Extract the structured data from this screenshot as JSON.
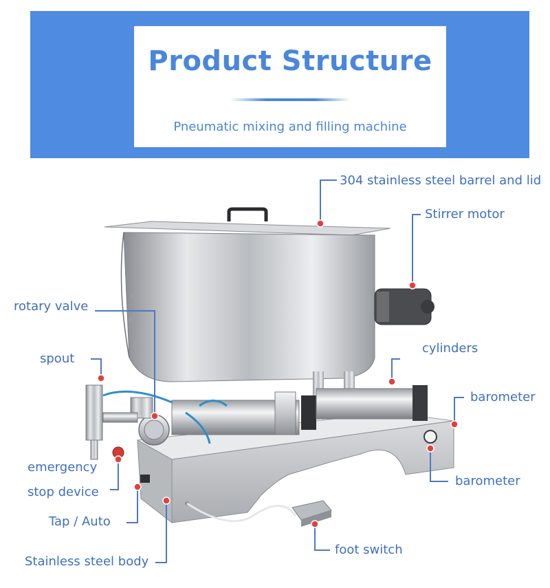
{
  "banner": {
    "title": "Product Structure",
    "subtitle": "Pneumatic mixing and filling machine",
    "background_color": "#4f8be0",
    "text_color": "#4a86dc"
  },
  "labels": {
    "barrel": "304 stainless steel barrel and lid",
    "stirrer_motor": "Stirrer motor",
    "rotary_valve": "rotary valve",
    "spout": "spout",
    "cylinders": "cylinders",
    "barometer_top": "barometer",
    "barometer_bottom": "barometer",
    "emergency_line1": "emergency",
    "emergency_line2": "stop device",
    "tap_auto": "Tap / Auto",
    "body": "Stainless steel body",
    "foot_switch": "foot switch"
  },
  "colors": {
    "label_text": "#3f6fbf",
    "leader_line": "#4b78c8",
    "marker_dot": "#e0413f"
  }
}
